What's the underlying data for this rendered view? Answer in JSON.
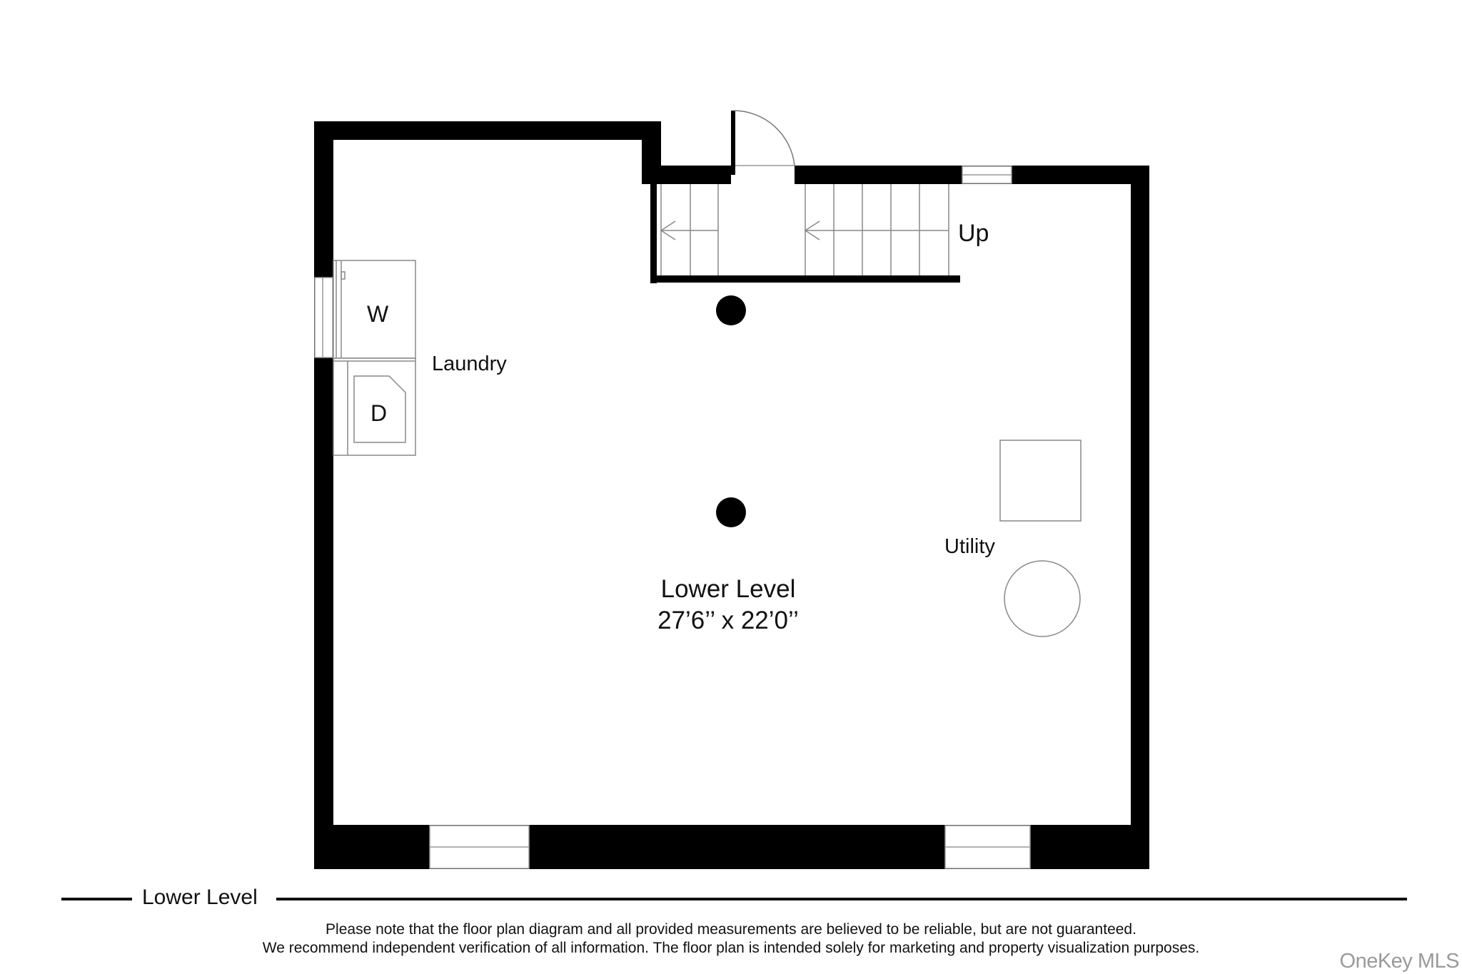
{
  "floor_plan": {
    "level_name": "Lower Level",
    "room": {
      "name": "Lower Level",
      "dimensions": "27’6’’ x 22’0’’"
    },
    "labels": {
      "stairs": "Up",
      "laundry": "Laundry",
      "utility": "Utility",
      "washer": "W",
      "dryer": "D"
    },
    "fixtures": [
      "washer",
      "dryer",
      "water-heater",
      "furnace",
      "support-column",
      "support-column",
      "stairs",
      "door",
      "windows"
    ]
  },
  "footer": {
    "level_label": "Lower Level",
    "disclaimer_line1": "Please note that the floor plan diagram and all provided measurements are believed to be reliable, but are not guaranteed.",
    "disclaimer_line2": "We recommend independent verification of all information. The floor plan is intended solely for marketing and property visualization purposes.",
    "watermark": "OneKey MLS"
  },
  "colors": {
    "wall": "#000000",
    "line": "#808080",
    "background": "#ffffff",
    "watermark": "#9a9a9a"
  }
}
